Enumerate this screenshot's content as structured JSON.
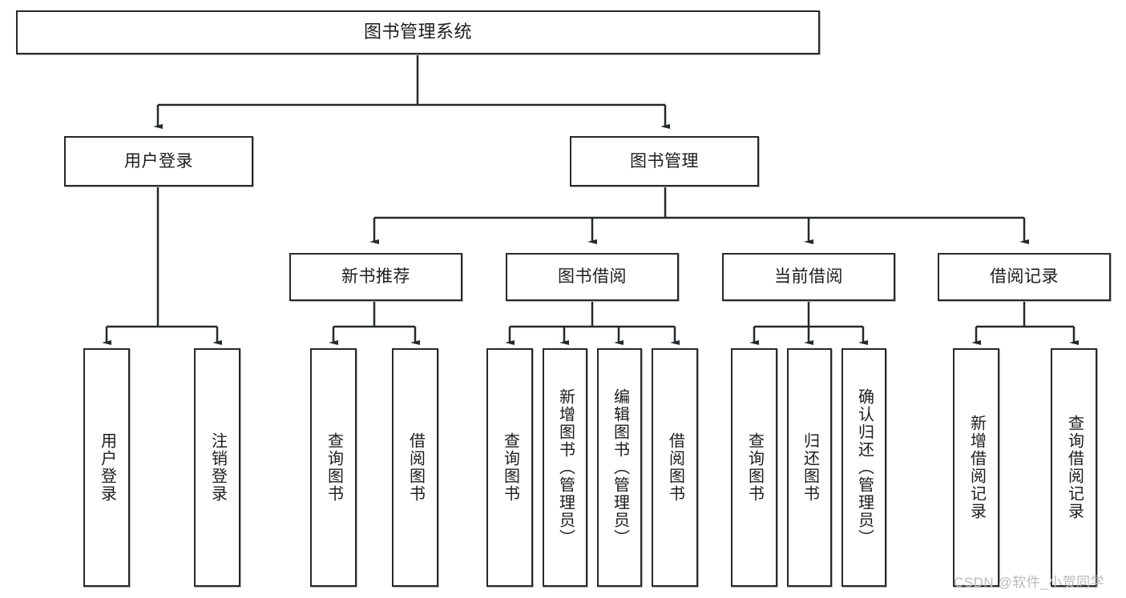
{
  "diagram": {
    "title": "图书管理系统",
    "type": "tree-hierarchy-diagram",
    "colors": {
      "box_border": "#24292c",
      "box_fill": "#ffffff",
      "connector": "#24292c",
      "text": "#1c1c1c",
      "watermark": "#b9b9b9",
      "background": "#ffffff"
    },
    "root": {
      "label": "图书管理系统"
    },
    "level2": [
      {
        "label": "用户登录"
      },
      {
        "label": "图书管理"
      }
    ],
    "level3": [
      {
        "label": "新书推荐"
      },
      {
        "label": "图书借阅"
      },
      {
        "label": "当前借阅"
      },
      {
        "label": "借阅记录"
      }
    ],
    "leaves": {
      "user_login": [
        {
          "label": "用户登录"
        },
        {
          "label": "注销登录"
        }
      ],
      "new_book_recommend": [
        {
          "label": "查询图书"
        },
        {
          "label": "借阅图书"
        }
      ],
      "book_borrow": [
        {
          "label": "查询图书"
        },
        {
          "label": "新增图书（管理员）"
        },
        {
          "label": "编辑图书（管理员）"
        },
        {
          "label": "借阅图书"
        }
      ],
      "current_borrow": [
        {
          "label": "查询图书"
        },
        {
          "label": "归还图书"
        },
        {
          "label": "确认归还（管理员）"
        }
      ],
      "borrow_record": [
        {
          "label": "新增借阅记录"
        },
        {
          "label": "查询借阅记录"
        }
      ]
    }
  },
  "watermark": {
    "text": "CSDN @软件_小贺同学"
  }
}
